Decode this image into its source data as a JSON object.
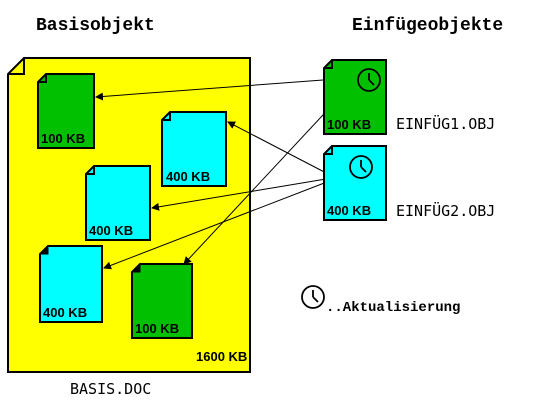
{
  "headings": {
    "left": "Basisobjekt",
    "right": "Einfügeobjekte"
  },
  "base": {
    "size": "1600 KB",
    "filename": "BASIS.DOC",
    "fill": "#ffff00"
  },
  "embedded": [
    {
      "size": "100 KB",
      "color": "#00c000"
    },
    {
      "size": "400 KB",
      "color": "#00ffff"
    },
    {
      "size": "400 KB",
      "color": "#00ffff"
    },
    {
      "size": "400 KB",
      "color": "#00ffff"
    },
    {
      "size": "100 KB",
      "color": "#00c000"
    }
  ],
  "sources": [
    {
      "size": "100 KB",
      "filename": "EINFÜG1.OBJ",
      "color": "#00c000",
      "icon": "clock-icon"
    },
    {
      "size": "400 KB",
      "filename": "EINFÜG2.OBJ",
      "color": "#00ffff",
      "icon": "clock-icon"
    }
  ],
  "legend": {
    "icon": "clock-icon",
    "label": "..Aktualisierung"
  }
}
